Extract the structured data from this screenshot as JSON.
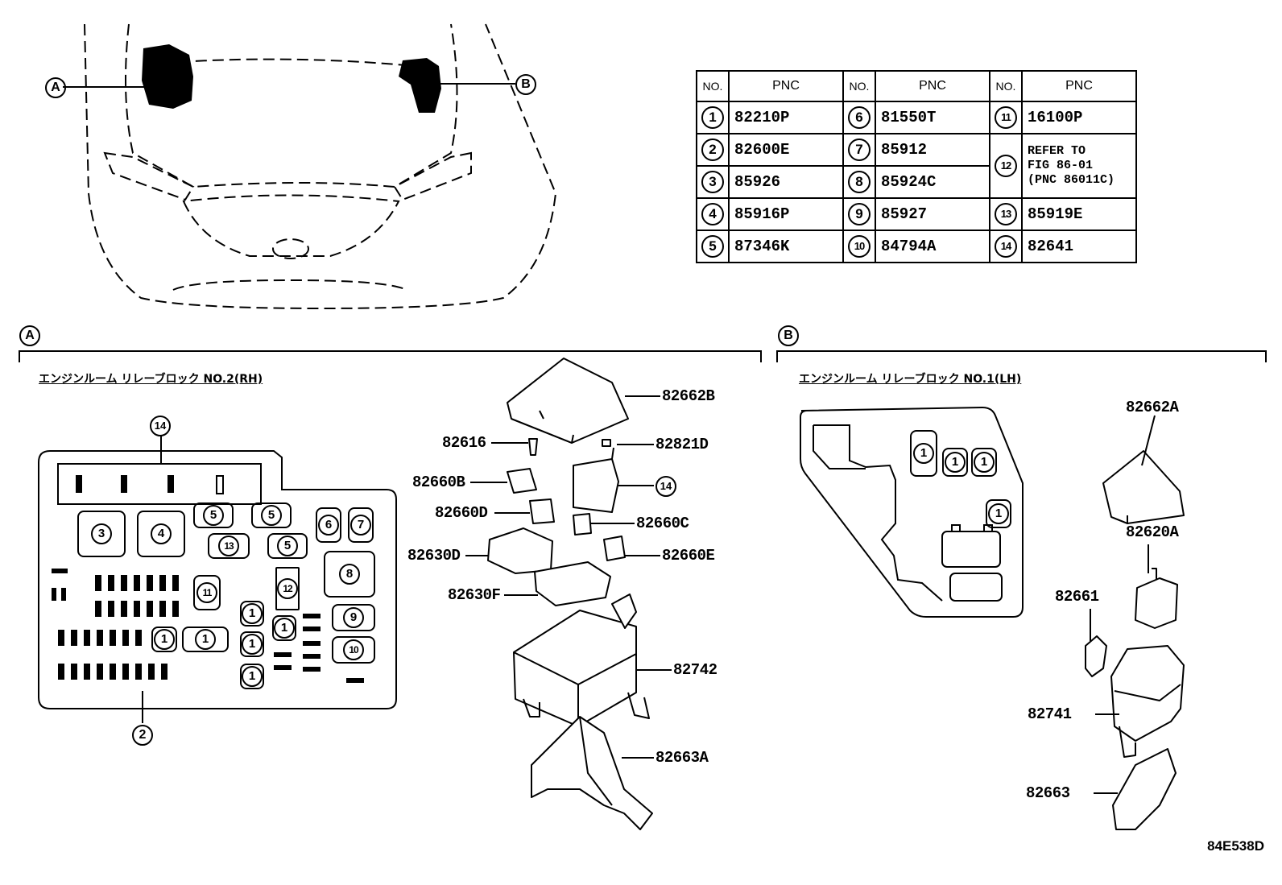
{
  "vehicle_callouts": {
    "a": "A",
    "b": "B"
  },
  "table": {
    "headers": [
      "NO.",
      "PNC",
      "NO.",
      "PNC",
      "NO.",
      "PNC"
    ],
    "rows": [
      [
        {
          "no": "1",
          "pnc": "82210P"
        },
        {
          "no": "6",
          "pnc": "81550T"
        },
        {
          "no": "11",
          "pnc": "16100P"
        }
      ],
      [
        {
          "no": "2",
          "pnc": "82600E"
        },
        {
          "no": "7",
          "pnc": "85912"
        },
        {
          "no": "12",
          "pnc": "REFER TO\nFIG 86-01\n(PNC 86011C)"
        }
      ],
      [
        {
          "no": "3",
          "pnc": "85926"
        },
        {
          "no": "8",
          "pnc": "85924C"
        }
      ],
      [
        {
          "no": "4",
          "pnc": "85916P"
        },
        {
          "no": "9",
          "pnc": "85927"
        },
        {
          "no": "13",
          "pnc": "85919E"
        }
      ],
      [
        {
          "no": "5",
          "pnc": "87346K"
        },
        {
          "no": "10",
          "pnc": "84794A"
        },
        {
          "no": "14",
          "pnc": "82641"
        }
      ]
    ]
  },
  "section_a": {
    "letter": "A",
    "title": "エンジンルーム リレーブロック NO.2(RH)",
    "parts": [
      "82662B",
      "82616",
      "82821D",
      "82660B",
      "14",
      "82660D",
      "82660C",
      "82630D",
      "82660E",
      "82630F",
      "82742",
      "82663A"
    ],
    "block_callouts": [
      "14",
      "2"
    ],
    "block_boxes": [
      "3",
      "4",
      "5",
      "5",
      "13",
      "5",
      "6",
      "7",
      "8",
      "11",
      "12",
      "1",
      "1",
      "1",
      "1",
      "1",
      "1",
      "9",
      "10"
    ]
  },
  "section_b": {
    "letter": "B",
    "title": "エンジンルーム リレーブロック NO.1(LH)",
    "parts": [
      "82662A",
      "82620A",
      "82661",
      "82741",
      "82663"
    ],
    "block_boxes": [
      "1",
      "1",
      "1",
      "1"
    ]
  },
  "diagram_id": "84E538D"
}
